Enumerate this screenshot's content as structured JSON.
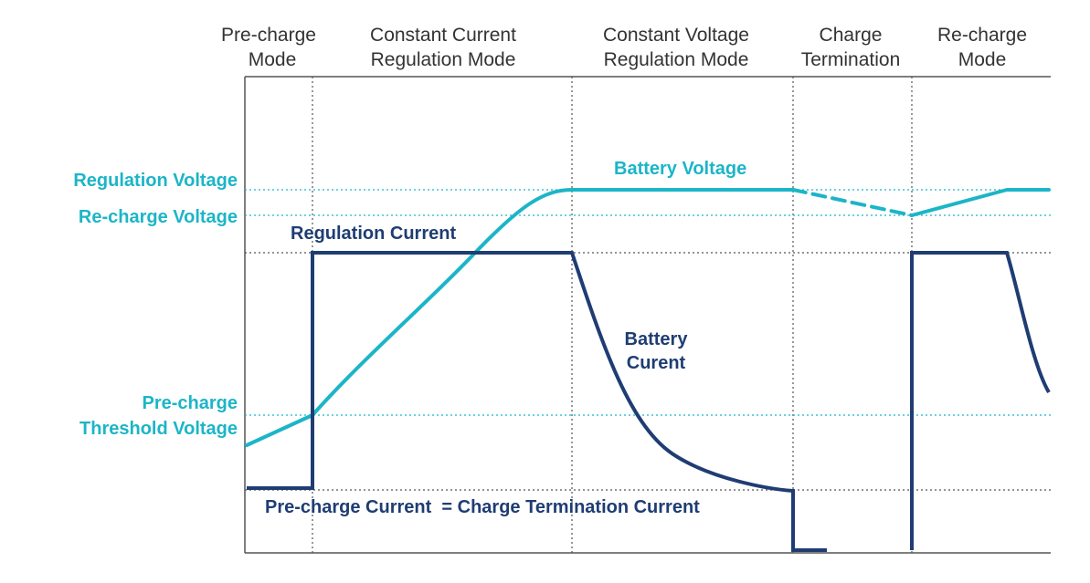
{
  "colors": {
    "voltage": "#1cb5c7",
    "current": "#1f3d73",
    "divider": "#555555",
    "text": "#333333"
  },
  "phases": [
    {
      "line1": "Pre-charge",
      "line2": "Mode"
    },
    {
      "line1": "Constant Current",
      "line2": "Regulation Mode"
    },
    {
      "line1": "Constant Voltage",
      "line2": "Regulation Mode"
    },
    {
      "line1": "Charge",
      "line2": "Termination"
    },
    {
      "line1": "Re-charge",
      "line2": "Mode"
    }
  ],
  "voltage_levels": {
    "regulation": "Regulation Voltage",
    "recharge": "Re-charge Voltage",
    "precharge_threshold_line1": "Pre-charge",
    "precharge_threshold_line2": "Threshold Voltage"
  },
  "curve_labels": {
    "battery_voltage": "Battery Voltage",
    "regulation_current": "Regulation Current",
    "battery_current_line1": "Battery",
    "battery_current_line2": "Curent",
    "precharge_current": "Pre-charge Current  = Charge Termination Current"
  }
}
